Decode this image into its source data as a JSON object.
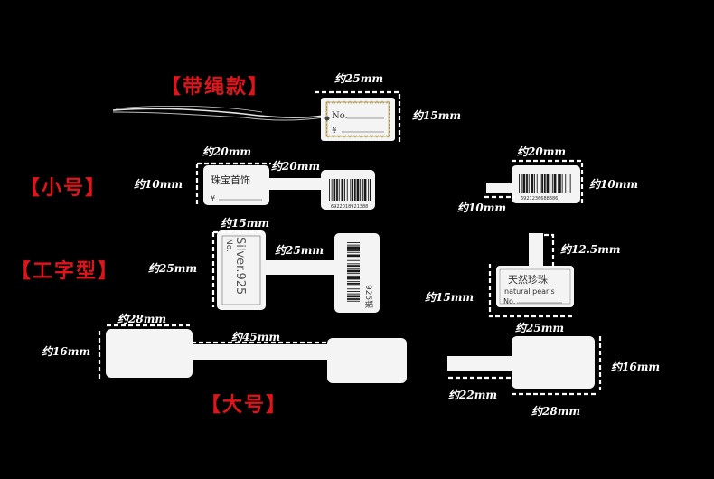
{
  "colors": {
    "background": "#000000",
    "category": "#e0141b",
    "dimension": "#ffffff",
    "tag": "#f4f4f4",
    "border_gold": "#a58a3c"
  },
  "categories": {
    "rope": "【带绳款】",
    "small": "【小号】",
    "i_type": "【工字型】",
    "large": "【大号】"
  },
  "dimensions": {
    "rope_w": "约25mm",
    "rope_h": "约15mm",
    "small_w1": "约20mm",
    "small_w2": "约20mm",
    "small_h": "约10mm",
    "small_r_w": "约20mm",
    "small_r_h": "约10mm",
    "small_r_stem": "约10mm",
    "i_w": "约15mm",
    "i_h": "约25mm",
    "i_bar": "约25mm",
    "i_r_stem": "约12.5mm",
    "i_r_h": "约15mm",
    "i_r_w": "约25mm",
    "large_w": "约28mm",
    "large_h": "约16mm",
    "large_bar": "约45mm",
    "large_r_h": "约16mm",
    "large_r_stem": "约22mm",
    "large_r_w": "约28mm"
  },
  "tags": {
    "rope_no": "No.",
    "rope_yen": "¥",
    "small_title": "珠宝首饰",
    "small_yen": "¥",
    "small_barcode_num": "6922018921388",
    "small_r_barcode_num": "6921236688886",
    "i_silver": "Silver.925",
    "i_no": "No.",
    "i_side": "925银",
    "pearl_cn": "天然珍珠",
    "pearl_en": "natural pearls",
    "pearl_no": "No."
  }
}
